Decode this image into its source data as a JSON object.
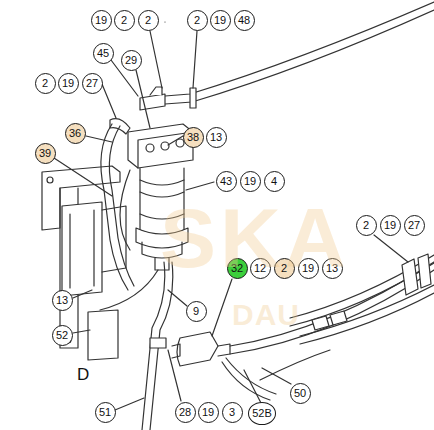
{
  "diagram": {
    "nodes": [
      {
        "text": [
          "19"
        ]
      },
      {
        "text": [
          "2"
        ]
      },
      {
        "text": [
          "2"
        ]
      },
      {
        "text": [
          "2"
        ]
      },
      {
        "text": [
          "19"
        ]
      },
      {
        "text": [
          "48"
        ]
      },
      {
        "text": [
          "45"
        ]
      },
      {
        "text": [
          "29"
        ]
      },
      {
        "text": [
          "2"
        ]
      },
      {
        "text": [
          "19"
        ]
      },
      {
        "text": [
          "27"
        ]
      },
      {
        "text": [
          "36"
        ]
      },
      {
        "text": [
          "38"
        ]
      },
      {
        "text": [
          "13"
        ]
      },
      {
        "text": [
          "39"
        ]
      },
      {
        "text": [
          "43"
        ]
      },
      {
        "text": [
          "19"
        ]
      },
      {
        "text": [
          "4"
        ]
      },
      {
        "text": [
          "2"
        ]
      },
      {
        "text": [
          "19"
        ]
      },
      {
        "text": [
          "27"
        ]
      },
      {
        "text": [
          "32"
        ]
      },
      {
        "text": [
          "12"
        ]
      },
      {
        "text": [
          "2"
        ]
      },
      {
        "text": [
          "19"
        ]
      },
      {
        "text": [
          "13"
        ]
      },
      {
        "text": [
          "13"
        ]
      },
      {
        "text": [
          "9"
        ]
      },
      {
        "text": [
          "52"
        ]
      },
      {
        "text": [
          "50"
        ]
      },
      {
        "text": [
          "51"
        ]
      },
      {
        "text": [
          "28"
        ]
      },
      {
        "text": [
          "19"
        ]
      },
      {
        "text": [
          "3"
        ]
      },
      {
        "text": [
          "52B"
        ]
      }
    ],
    "labels": [
      "SKA",
      "DAU",
      "D"
    ]
  }
}
